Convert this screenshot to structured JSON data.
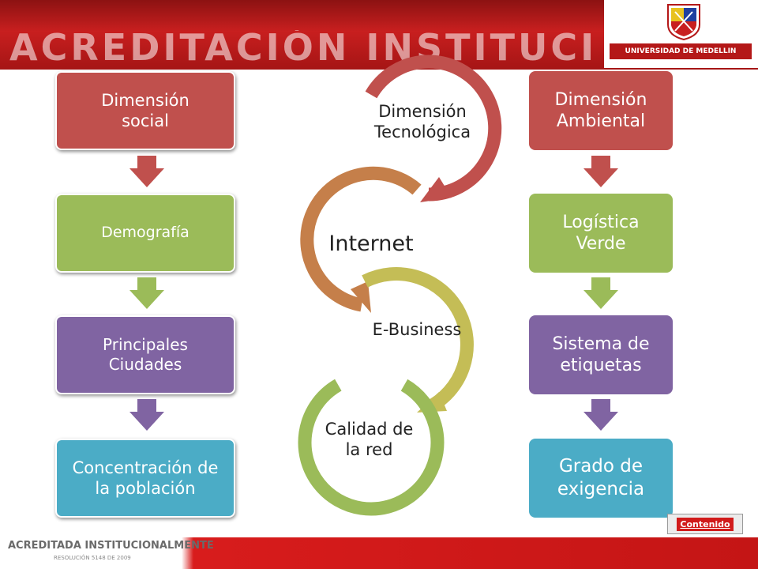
{
  "header": {
    "watermark": "ACREDITACIÓN INSTITUCIONAL",
    "logo_text": "UNIVERSIDAD DE MEDELLIN"
  },
  "left_column": [
    {
      "label": "Dimensión social",
      "color": "#c0504d"
    },
    {
      "label": "Demografía",
      "color": "#9bbb59"
    },
    {
      "label": "Principales Ciudades",
      "color": "#8064a2"
    },
    {
      "label": "Concentración de la población",
      "color": "#4bacc6"
    }
  ],
  "center_cycle": [
    {
      "label": "Dimensión Tecnológica",
      "color": "#c0504d"
    },
    {
      "label": "Internet",
      "color": "#c57f4a"
    },
    {
      "label": "E-Business",
      "color": "#c4bd56"
    },
    {
      "label": "Calidad de la red",
      "color": "#9bbb59"
    }
  ],
  "right_column": [
    {
      "label": "Dimensión Ambiental",
      "color": "#c0504d"
    },
    {
      "label": "Logística Verde",
      "color": "#9bbb59"
    },
    {
      "label": "Sistema de etiquetas",
      "color": "#8064a2"
    },
    {
      "label": "Grado de exigencia",
      "color": "#4bacc6"
    }
  ],
  "footer": {
    "accreditation_title": "ACREDITADA INSTITUCIONALMENTE",
    "accreditation_sub": "RESOLUCIÓN 5148 DE 2009",
    "contenido_label": "Contenido"
  }
}
